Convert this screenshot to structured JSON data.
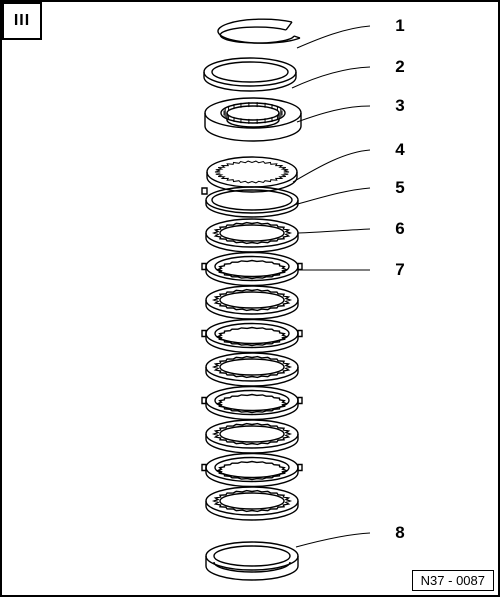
{
  "section_label": "III",
  "reference_code": "N37 - 0087",
  "callouts": [
    "1",
    "2",
    "3",
    "4",
    "5",
    "6",
    "7",
    "8"
  ]
}
